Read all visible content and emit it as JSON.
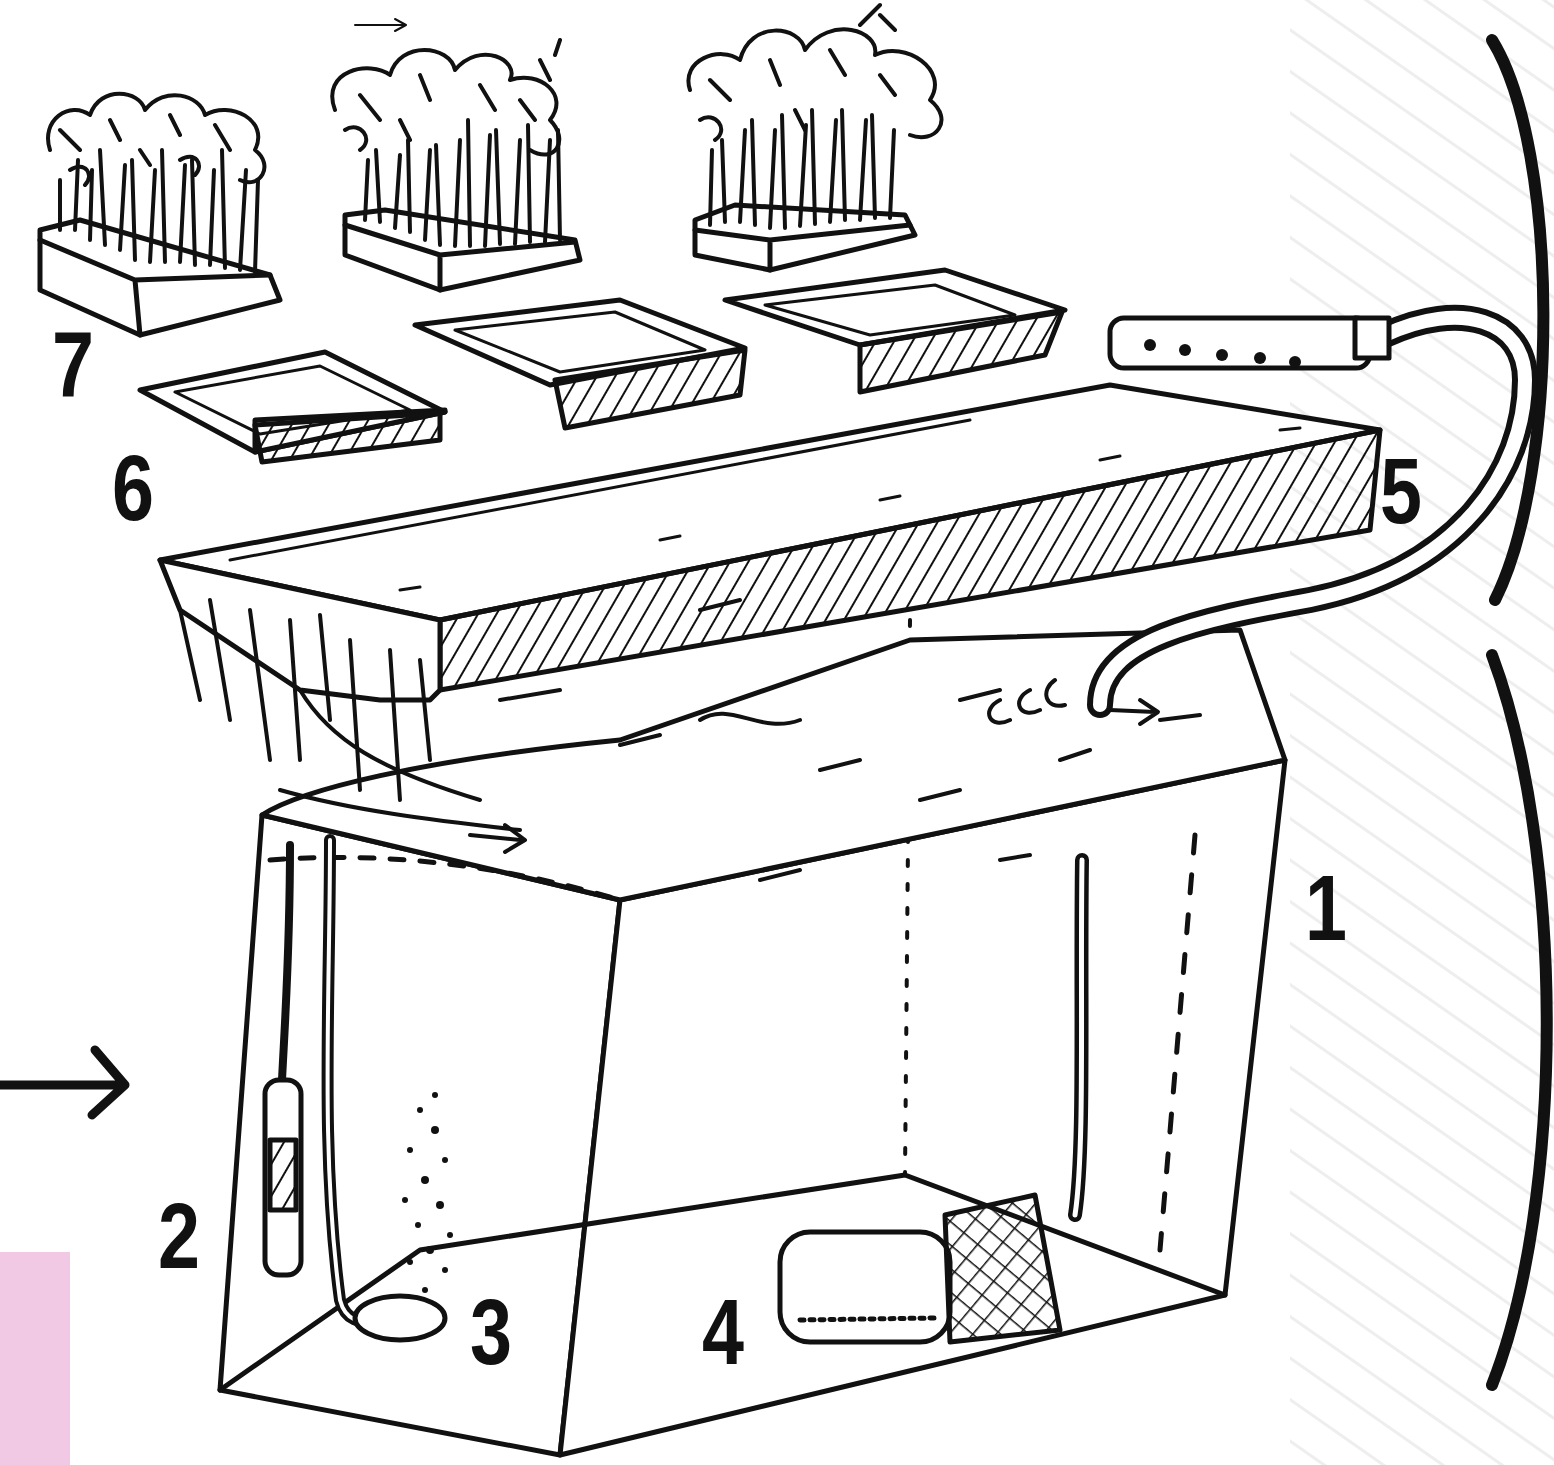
{
  "diagram": {
    "labels": [
      "7",
      "6",
      "5",
      "1",
      "2",
      "3",
      "4"
    ]
  }
}
